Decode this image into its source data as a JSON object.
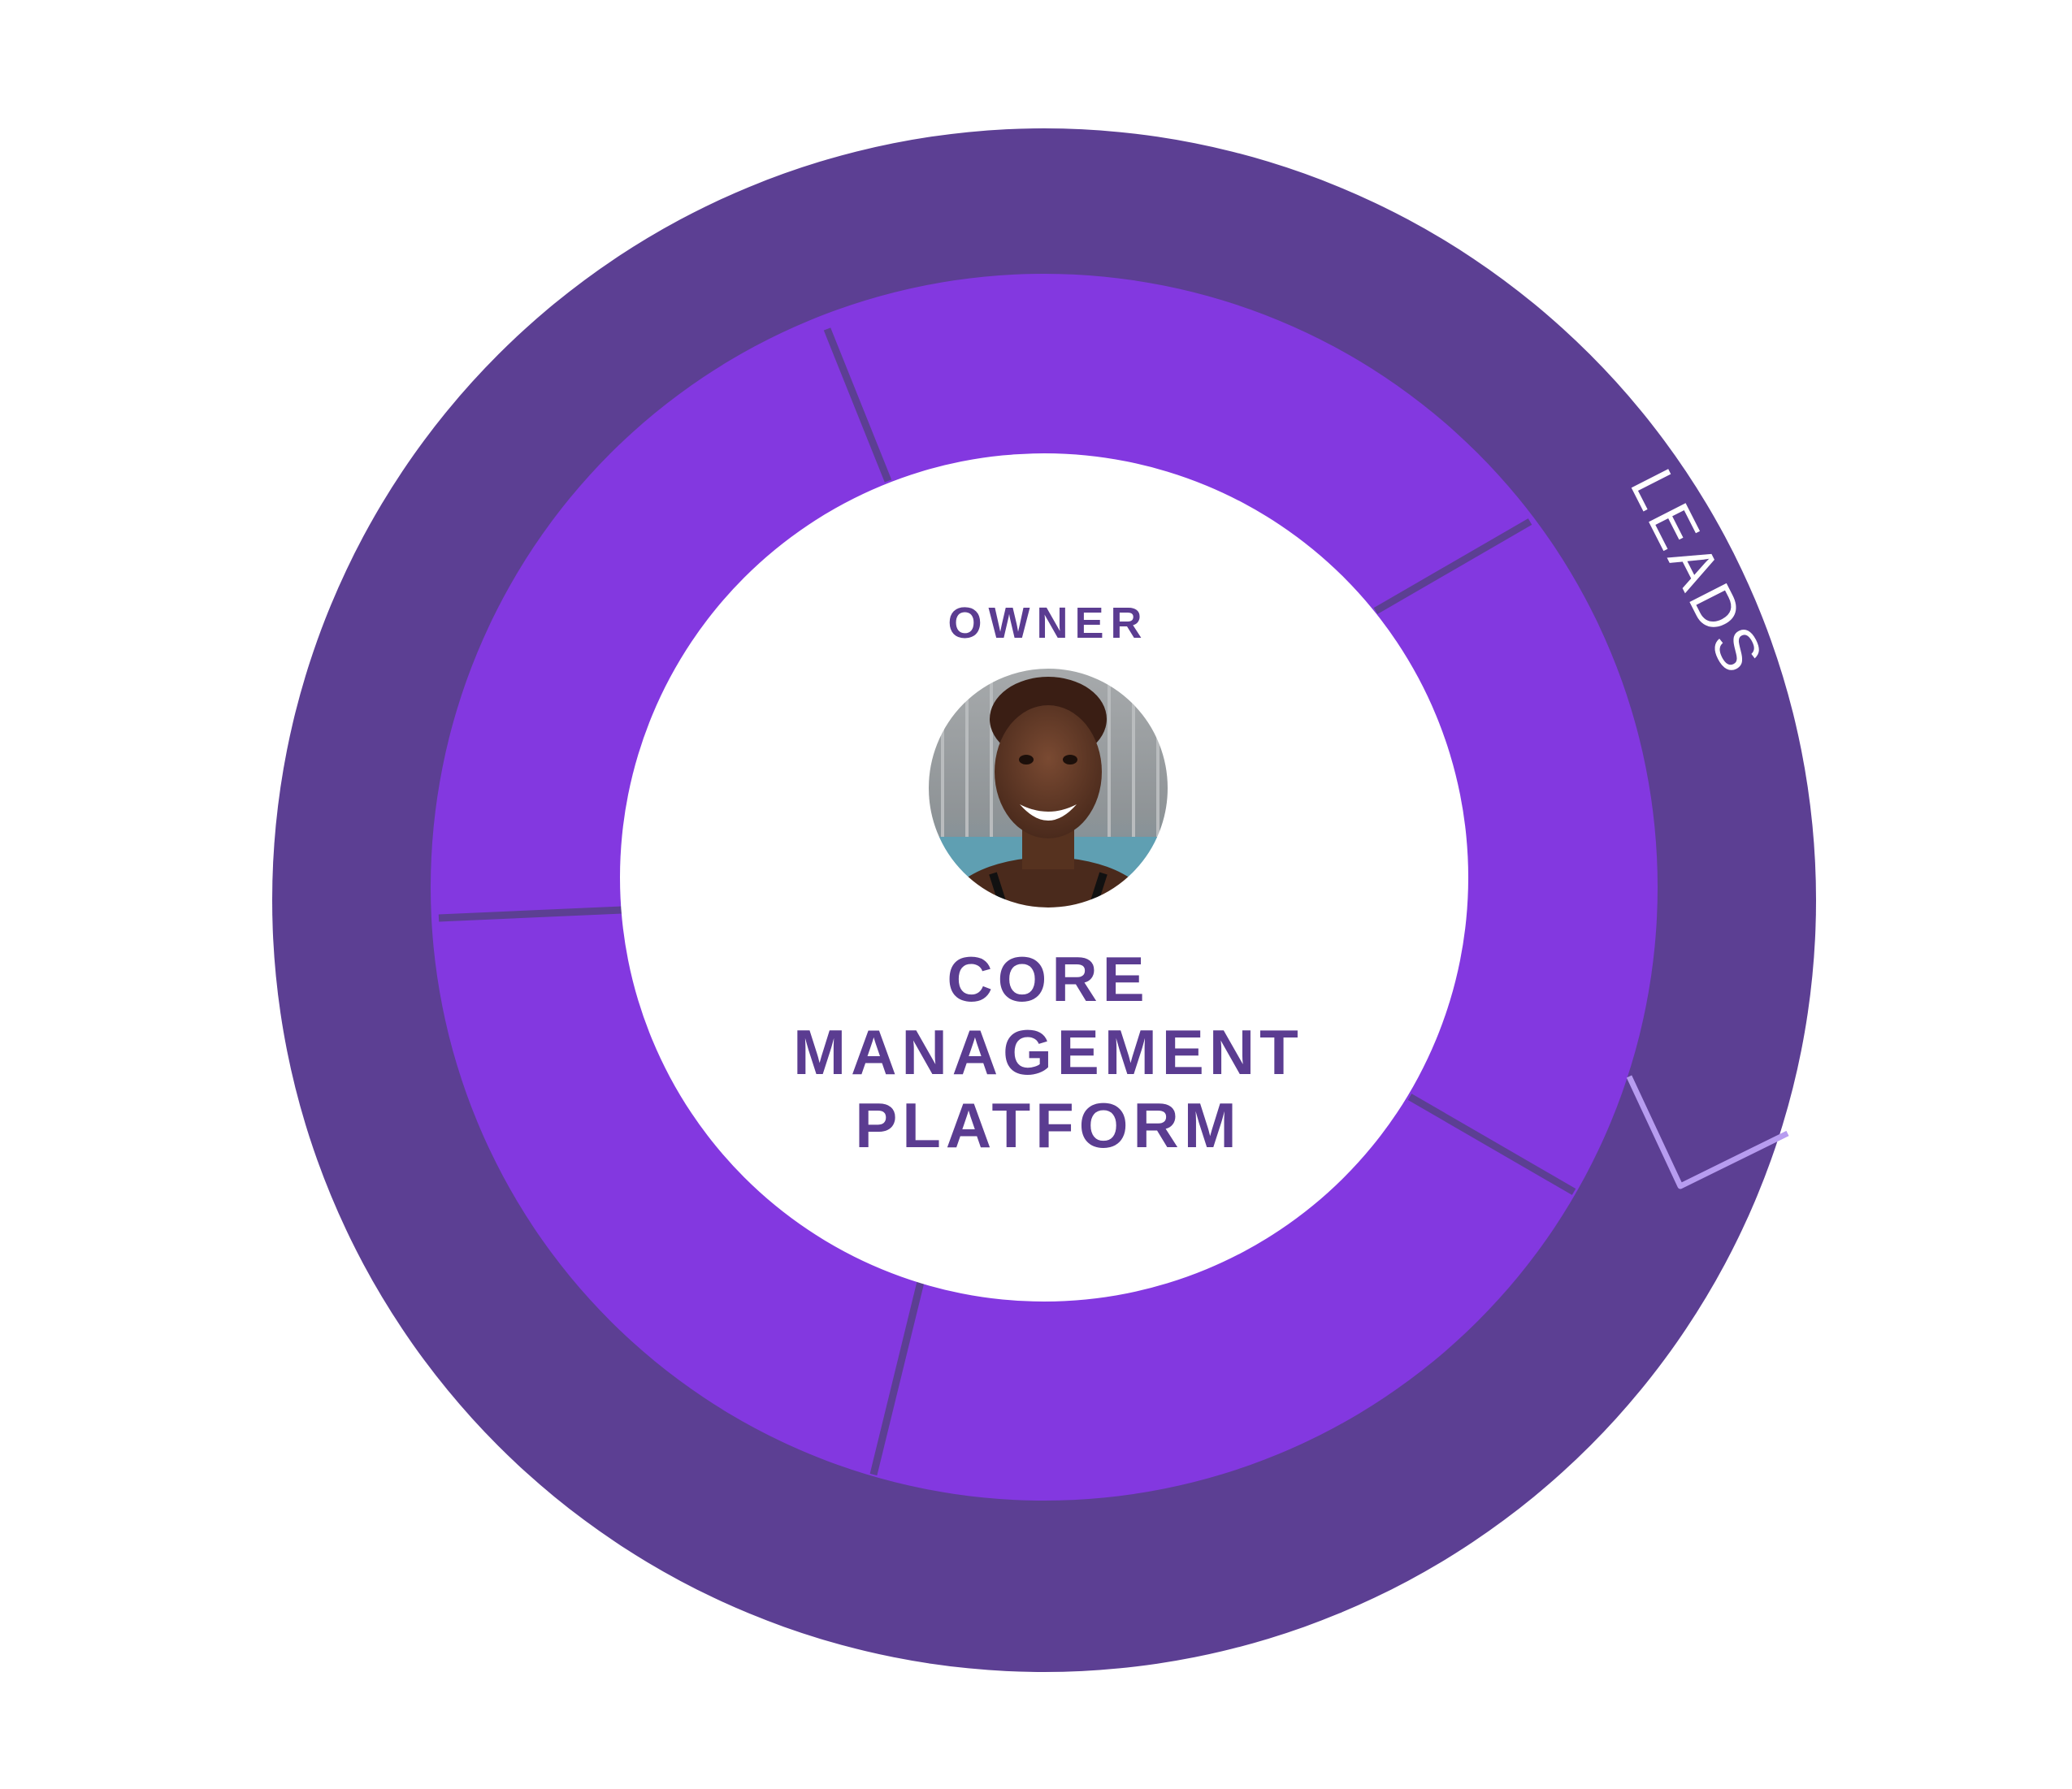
{
  "colors": {
    "outer_ring": "#5c3f93",
    "inner_ring": "#8338e0",
    "divider": "#5c3f93",
    "center_fill": "#ffffff",
    "text": "#5b3c91",
    "leads_text": "#ffffff",
    "accent_line": "#b79cf0"
  },
  "diagram": {
    "outer_label": "LEADS",
    "center": {
      "role_label": "OWNER",
      "avatar_icon": "person-avatar-photo",
      "title_lines": [
        "CORE",
        "MANAGEMENT",
        "PLATFORM"
      ]
    },
    "inner_ring_segments": 5
  }
}
